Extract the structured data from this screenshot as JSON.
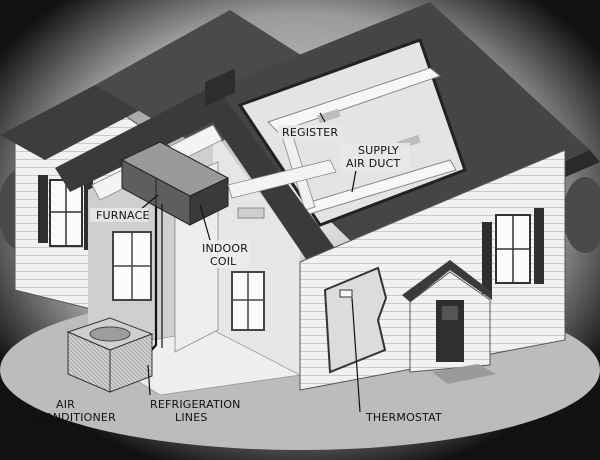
{
  "labels": {
    "register": "REGISTER",
    "supply_line1": "SUPPLY",
    "supply_line2": "AIR DUCT",
    "furnace": "FURNACE",
    "indoor_line1": "INDOOR",
    "indoor_line2": "COIL",
    "ac_line1": "AIR",
    "ac_line2": "CONDITIONER",
    "refrig_line1": "REFRIGERATION",
    "refrig_line2": "LINES",
    "thermostat": "THERMOSTAT"
  },
  "colors": {
    "roof": "#3a3a3a",
    "siding": "#f2f2f2",
    "interior": "#d9d9d9",
    "ground": "#bdbdbd",
    "vignette": "#000000"
  }
}
